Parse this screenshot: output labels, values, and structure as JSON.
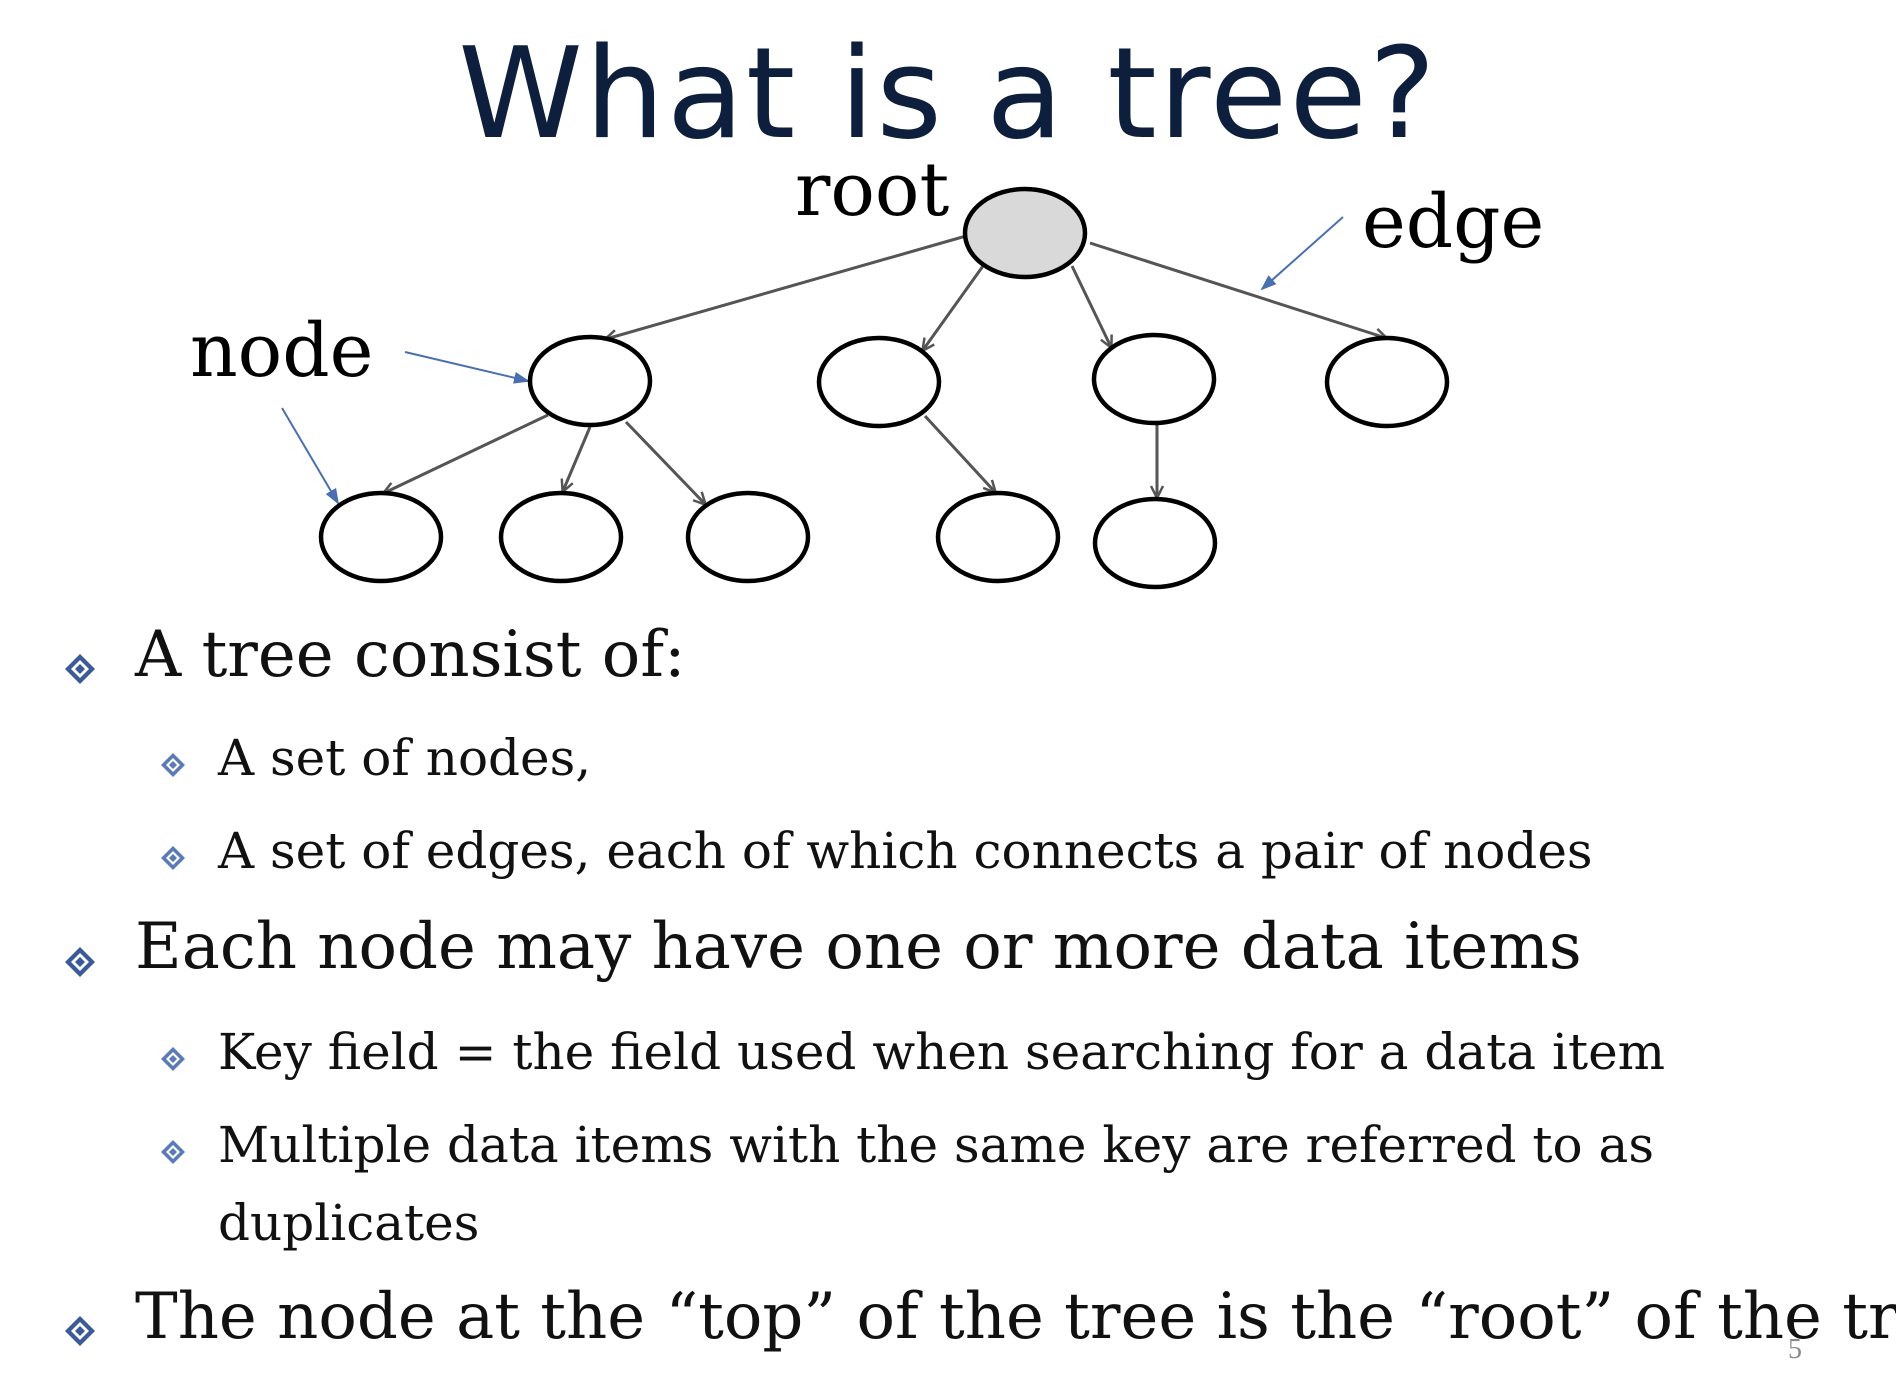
{
  "slide": {
    "title": "What is a tree?",
    "page_number": "5"
  },
  "diagram": {
    "labels": {
      "root": "root",
      "edge": "edge",
      "node": "node"
    },
    "colors": {
      "root_fill": "#d9d9d9",
      "node_fill": "#ffffff",
      "node_stroke": "#000000",
      "edge_stroke": "#555555",
      "annotation_arrow": "#4a6fb0"
    }
  },
  "bullets": [
    {
      "text": "A tree consist of:",
      "level": 1
    },
    {
      "text": "A set of nodes,",
      "level": 2
    },
    {
      "text": "A set of edges, each of which connects a pair of nodes",
      "level": 2
    },
    {
      "text": "Each node may have one or more data items",
      "level": 1
    },
    {
      "text": "Key field = the field used when searching for a data item",
      "level": 2
    },
    {
      "text": "Multiple data items with the same key are referred to as duplicates",
      "level": 2
    },
    {
      "text": "The node at the “top” of the tree is the “root” of the tree",
      "level": 1
    }
  ],
  "theme": {
    "title_color": "#0d1f3c",
    "bullet_marker_color": "#3a5a9a"
  }
}
